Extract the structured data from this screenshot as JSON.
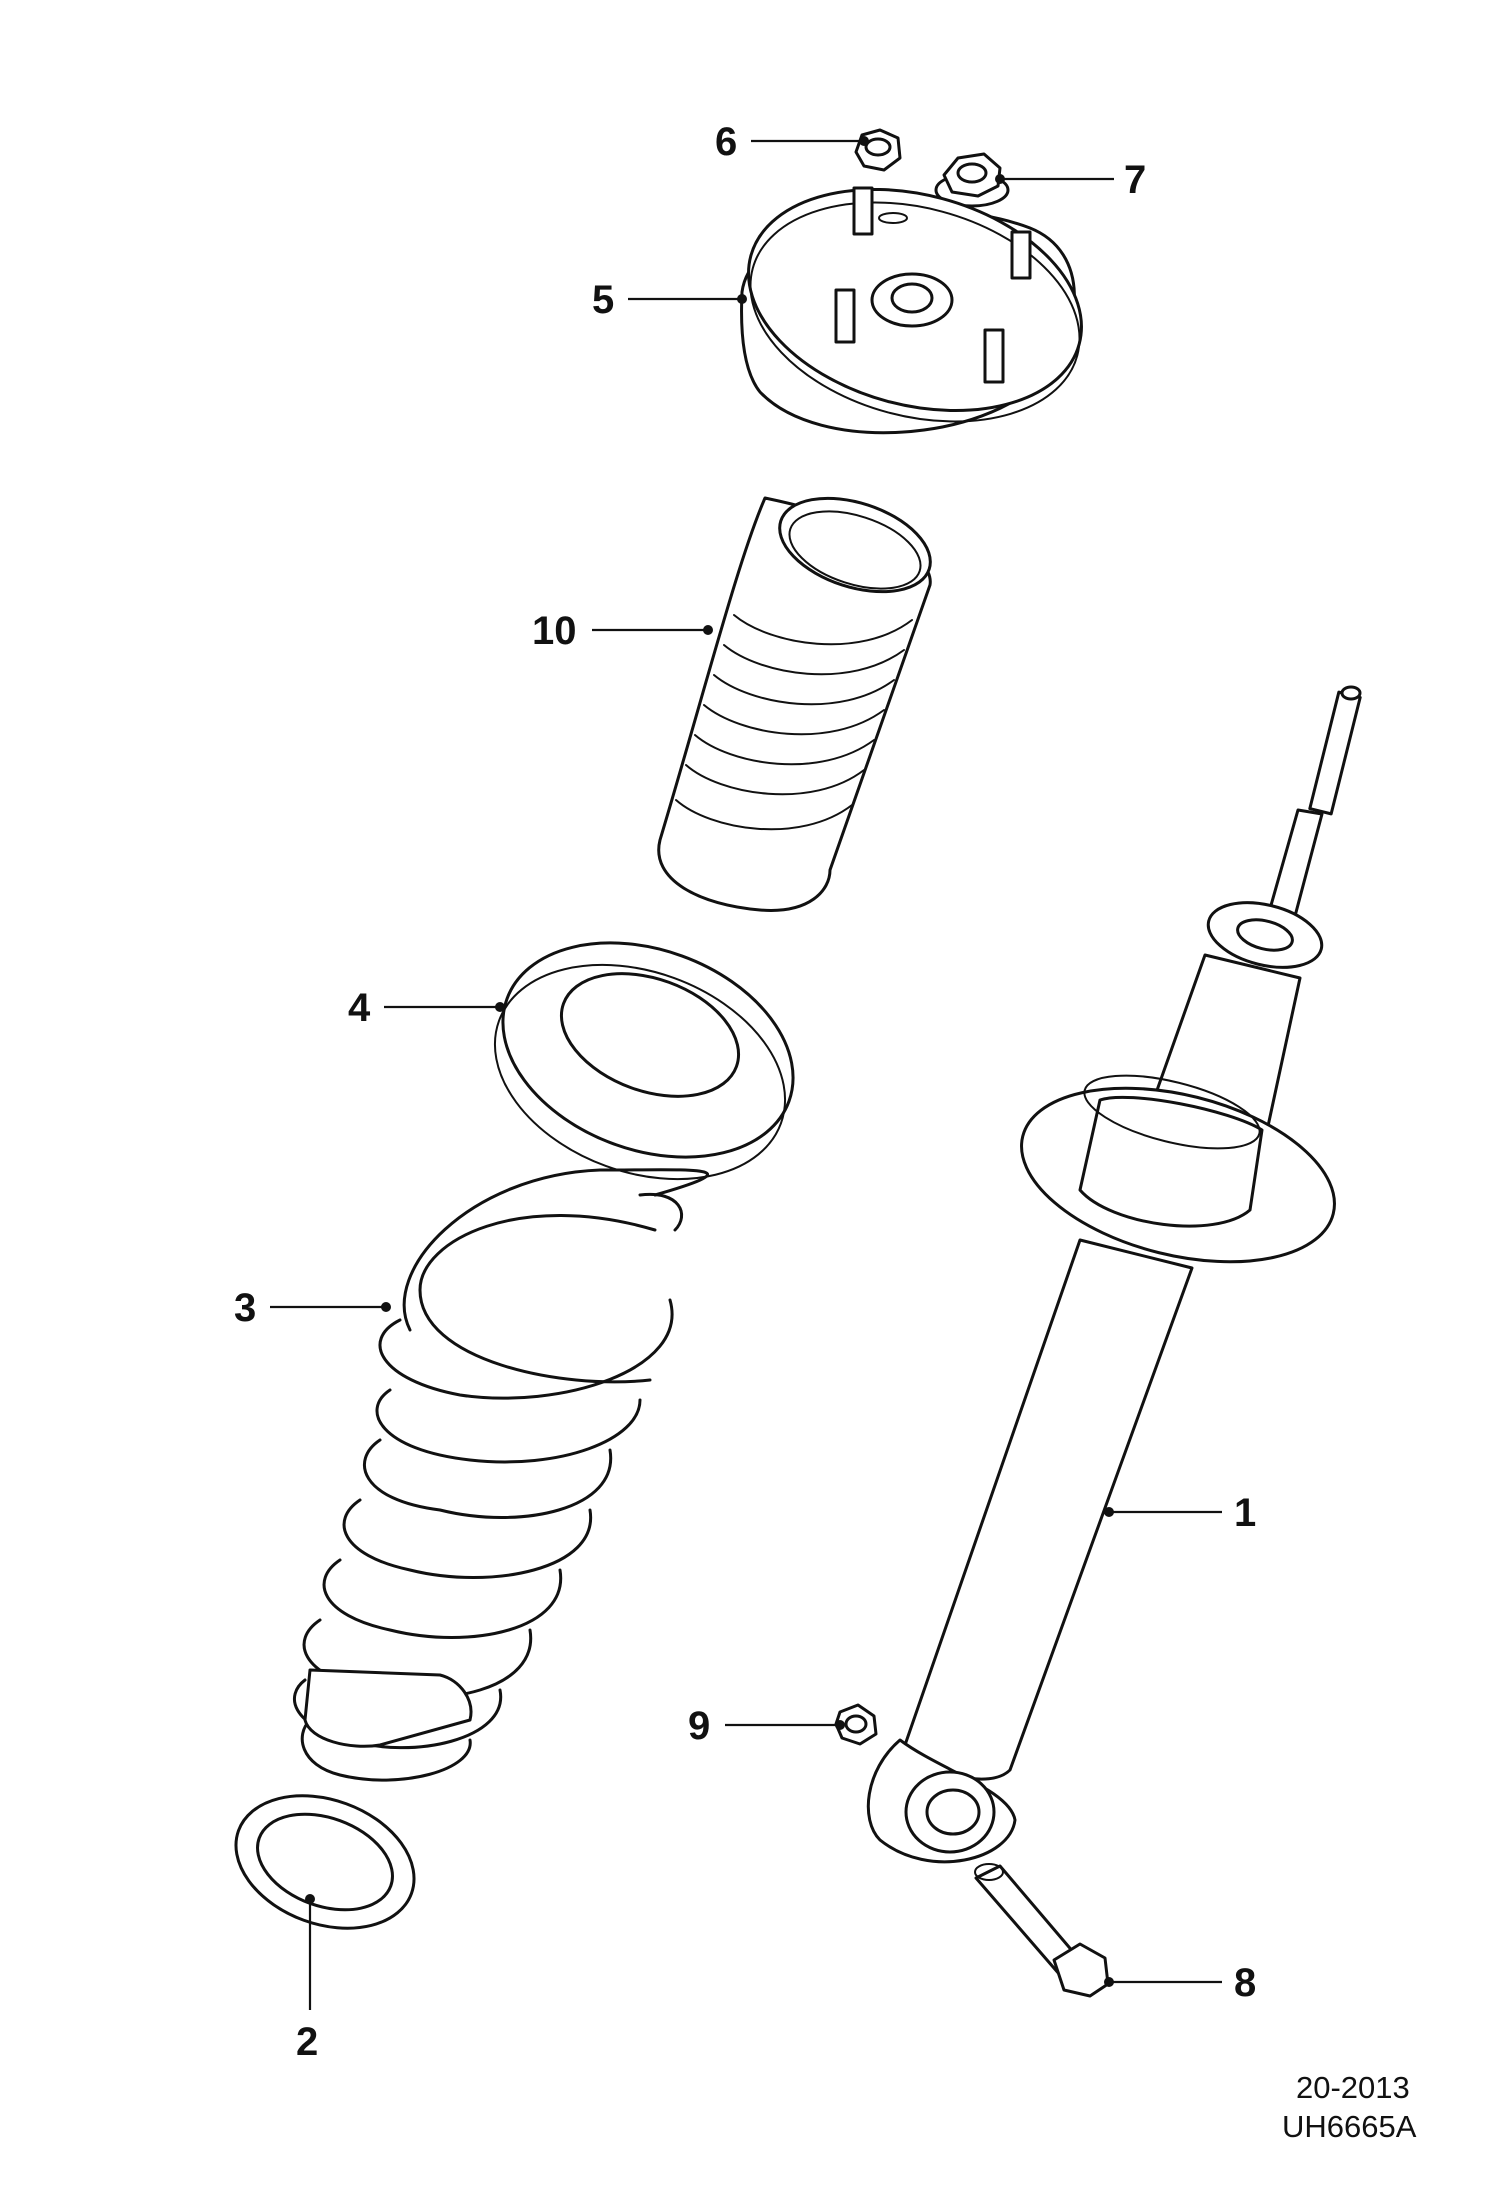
{
  "callouts": [
    {
      "id": "1",
      "label": "1"
    },
    {
      "id": "2",
      "label": "2"
    },
    {
      "id": "3",
      "label": "3"
    },
    {
      "id": "4",
      "label": "4"
    },
    {
      "id": "5",
      "label": "5"
    },
    {
      "id": "6",
      "label": "6"
    },
    {
      "id": "7",
      "label": "7"
    },
    {
      "id": "8",
      "label": "8"
    },
    {
      "id": "9",
      "label": "9"
    },
    {
      "id": "10",
      "label": "10"
    }
  ],
  "footer": {
    "section": "20-2013",
    "illustration_code": "UH6665A"
  }
}
